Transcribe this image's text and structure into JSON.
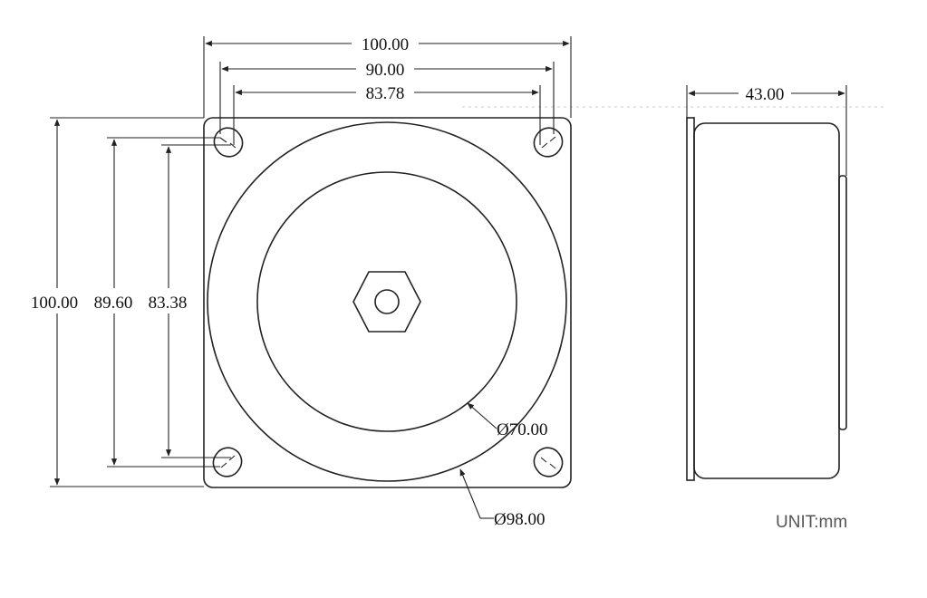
{
  "front_view": {
    "dims": {
      "width_overall": "100.00",
      "width_slot_outer": "90.00",
      "width_slot_inner": "83.78",
      "height_overall": "100.00",
      "height_slot_outer": "89.60",
      "height_slot_inner": "83.38",
      "inner_diameter": "Ø70.00",
      "outer_diameter": "Ø98.00"
    }
  },
  "side_view": {
    "dims": {
      "depth": "43.00"
    }
  },
  "unit_label": "UNIT:mm"
}
